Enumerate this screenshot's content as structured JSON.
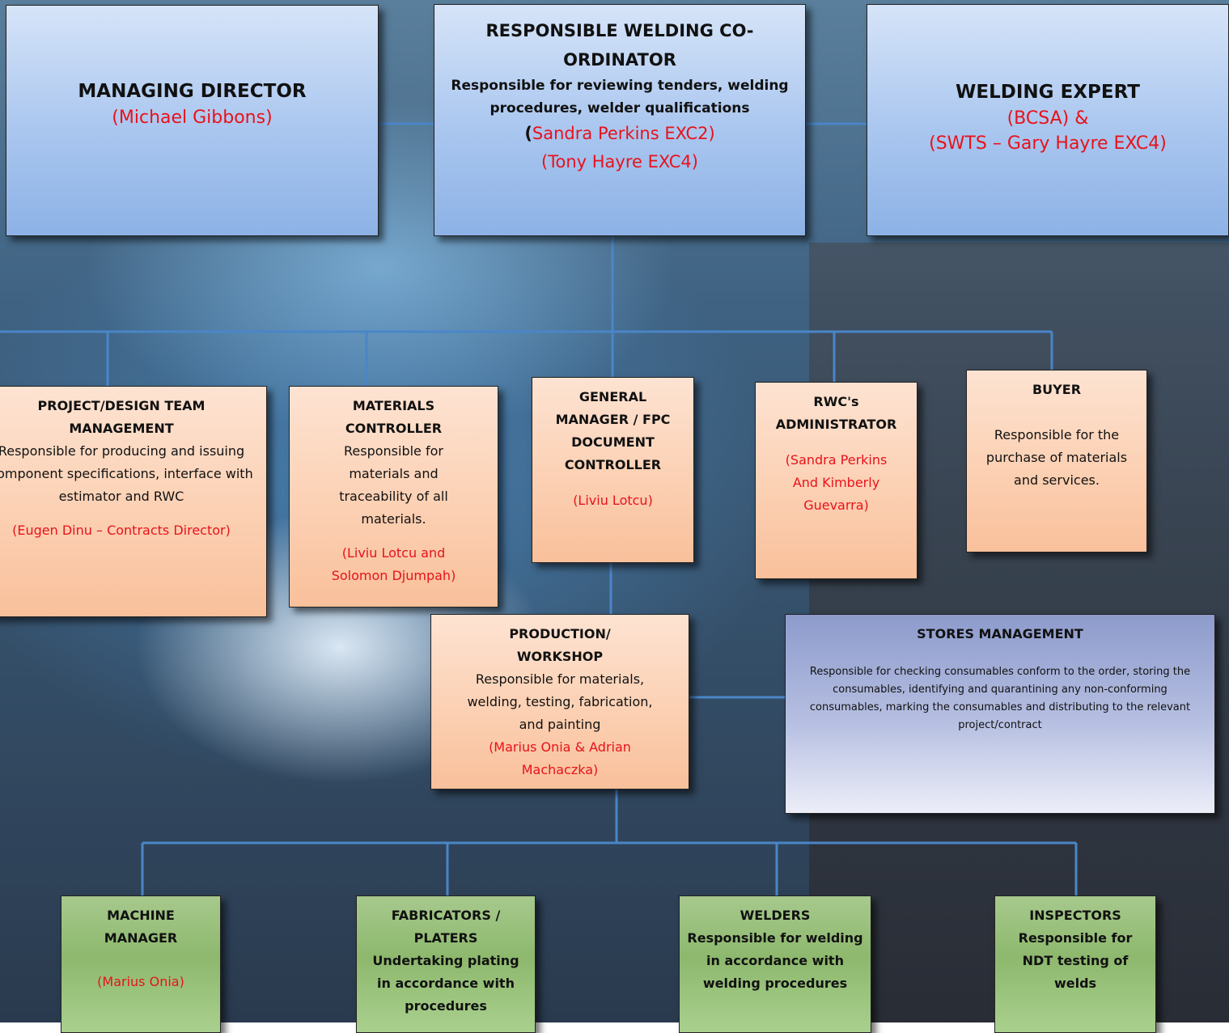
{
  "managing_director": {
    "title": "MANAGING DIRECTOR",
    "name": "(Michael Gibbons)"
  },
  "rwc": {
    "title": "RESPONSIBLE WELDING CO-ORDINATOR",
    "description": "Responsible for reviewing tenders, welding procedures, welder qualifications",
    "open_paren": "(",
    "name_1": "Sandra Perkins EXC2)",
    "name_2": "(Tony Hayre EXC4)"
  },
  "welding_expert": {
    "title": "WELDING EXPERT",
    "org": "(BCSA) &",
    "name": "(SWTS – Gary Hayre EXC4)"
  },
  "project_design": {
    "title": "PROJECT/DESIGN TEAM MANAGEMENT",
    "description": "Responsible for producing and issuing component specifications, interface with estimator and RWC",
    "name": "(Eugen Dinu – Contracts Director)"
  },
  "materials_controller": {
    "title": "MATERIALS CONTROLLER",
    "description": "Responsible for materials and traceability of all materials.",
    "name": "(Liviu Lotcu and Solomon Djumpah)"
  },
  "general_manager": {
    "title": "GENERAL MANAGER / FPC DOCUMENT CONTROLLER",
    "name": "(Liviu Lotcu)"
  },
  "rwc_admin": {
    "title": "RWC's ADMINISTRATOR",
    "name": "(Sandra Perkins And Kimberly Guevarra)"
  },
  "buyer": {
    "title": "BUYER",
    "description": "Responsible for the purchase of materials and services."
  },
  "production": {
    "title": "PRODUCTION/ WORKSHOP",
    "description": "Responsible for materials, welding, testing, fabrication, and painting",
    "name": "(Marius Onia & Adrian Machaczka)"
  },
  "stores": {
    "title": "STORES MANAGEMENT",
    "description": "Responsible for checking consumables conform to the order, storing the consumables, identifying and quarantining any non-conforming consumables, marking the consumables and distributing to the relevant project/contract"
  },
  "machine_manager": {
    "title": "MACHINE MANAGER",
    "name": "(Marius Onia)"
  },
  "fabricators": {
    "title": "FABRICATORS / PLATERS",
    "description": "Undertaking plating in accordance with procedures"
  },
  "welders": {
    "title": "WELDERS",
    "description": "Responsible for welding in accordance with welding procedures"
  },
  "inspectors": {
    "title": "INSPECTORS",
    "description": "Responsible for NDT testing of welds"
  }
}
